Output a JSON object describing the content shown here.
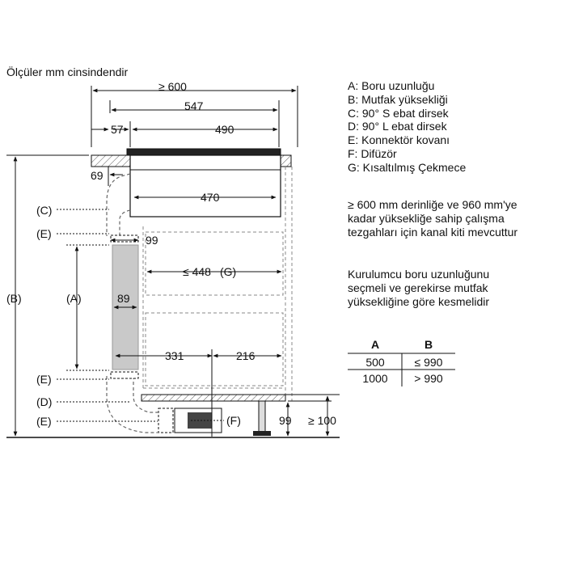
{
  "caption": "Ölçüler mm cinsindendir",
  "legend": [
    "A: Boru uzunluğu",
    "B: Mutfak yüksekliği",
    "C: 90° S ebat dirsek",
    "D: 90° L ebat dirsek",
    "E: Konnektör kovanı",
    "F: Difüzör",
    "G: Kısaltılmış Çekmece"
  ],
  "note1": [
    "≥ 600 mm derinliğe ve 960 mm'ye",
    "kadar yüksekliğe sahip çalışma",
    "tezgahları için kanal kiti mevcuttur"
  ],
  "note2": [
    "Kurulumcu boru uzunluğunu",
    "seçmeli ve gerekirse mutfak",
    "yüksekliğine göre kesmelidir"
  ],
  "table": {
    "headers": [
      "A",
      "B"
    ],
    "rows": [
      [
        "500",
        "≤ 990"
      ],
      [
        "1000",
        "> 990"
      ]
    ]
  },
  "dims": {
    "d600": "≥ 600",
    "d547": "547",
    "d57": "57",
    "d490": "490",
    "d69": "69",
    "d470": "470",
    "d99top": "99",
    "d448": "≤ 448",
    "d448g": "(G)",
    "d89": "89",
    "d331": "331",
    "d216": "216",
    "d99bot": "99",
    "d100": "≥ 100"
  },
  "labels": {
    "C": "(C)",
    "E1": "(E)",
    "A": "(A)",
    "B": "(B)",
    "E2": "(E)",
    "D": "(D)",
    "E3": "(E)",
    "F": "(F)"
  }
}
